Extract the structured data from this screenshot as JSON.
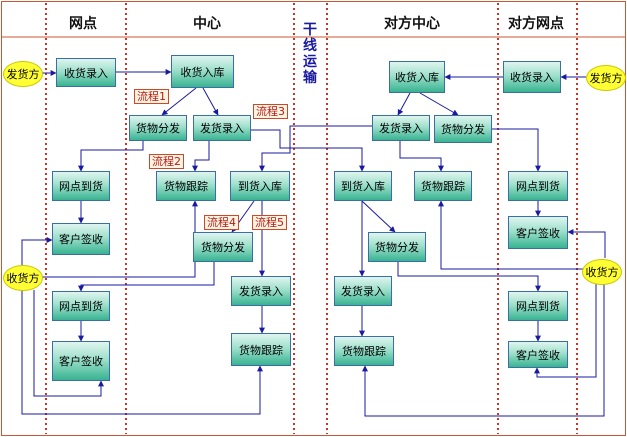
{
  "columns": {
    "outlet": "网点",
    "center": "中心",
    "peer_center": "对方中心",
    "peer_outlet": "对方网点"
  },
  "trunk_label": [
    "干",
    "线",
    "运",
    "输"
  ],
  "actors": {
    "shipper_left": "发货方",
    "receiver_left": "收货方",
    "shipper_right": "发货方",
    "receiver_right": "收货方"
  },
  "boxes": {
    "receive_entry_left": "收货录入",
    "receive_store_center": "收货入库",
    "cargo_dispatch_center_1": "货物分发",
    "ship_entry_center_1": "发货录入",
    "cargo_track_center_1": "货物跟踪",
    "arrive_store_center": "到货入库",
    "cargo_dispatch_center_2": "货物分发",
    "ship_entry_center_2": "发货录入",
    "cargo_track_center_2": "货物跟踪",
    "outlet_arrive_left_1": "网点到货",
    "customer_sign_left_1": "客户签收",
    "outlet_arrive_left_2": "网点到货",
    "customer_sign_left_2": "客户签收",
    "receive_store_peer": "收货入库",
    "ship_entry_peer_1": "发货录入",
    "cargo_dispatch_peer_1": "货物分发",
    "arrive_store_peer": "到货入库",
    "cargo_track_peer_1": "货物跟踪",
    "cargo_dispatch_peer_2": "货物分发",
    "ship_entry_peer_2": "发货录入",
    "cargo_track_peer_2": "货物跟踪",
    "receive_entry_right": "收货录入",
    "outlet_arrive_right_1": "网点到货",
    "customer_sign_right_1": "客户签收",
    "outlet_arrive_right_2": "网点到货",
    "customer_sign_right_2": "客户签收"
  },
  "flows": {
    "flow1": "流程1",
    "flow2": "流程2",
    "flow3": "流程3",
    "flow4": "流程4",
    "flow5": "流程5"
  },
  "colors": {
    "border": "#cc5533",
    "divider": "#cc3322",
    "arrow": "#1a1aa0",
    "box_top": "#dff5ee",
    "box_bottom": "#38b391",
    "actor": "#ffff33",
    "trunk_text": "#1a1aa0"
  }
}
